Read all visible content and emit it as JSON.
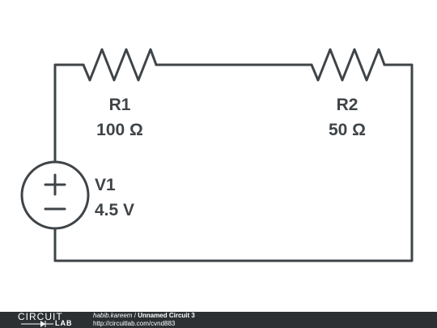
{
  "components": {
    "r1": {
      "name": "R1",
      "value": "100 Ω"
    },
    "r2": {
      "name": "R2",
      "value": "50 Ω"
    },
    "v1": {
      "name": "V1",
      "value": "4.5 V"
    }
  },
  "footer": {
    "logo_top": "CIRCUIT",
    "logo_bottom": "LAB",
    "author": "habib.kareem",
    "separator": "/",
    "circuit_title": "Unnamed Circuit 3",
    "url": "http://circuitlab.com/cvnd883"
  },
  "colors": {
    "wire": "#3f4448",
    "footer_bg": "#2d3033",
    "footer_text": "#ffffff"
  },
  "icons": [
    "resistor-icon",
    "voltage-source-icon",
    "circuitlab-logo"
  ]
}
